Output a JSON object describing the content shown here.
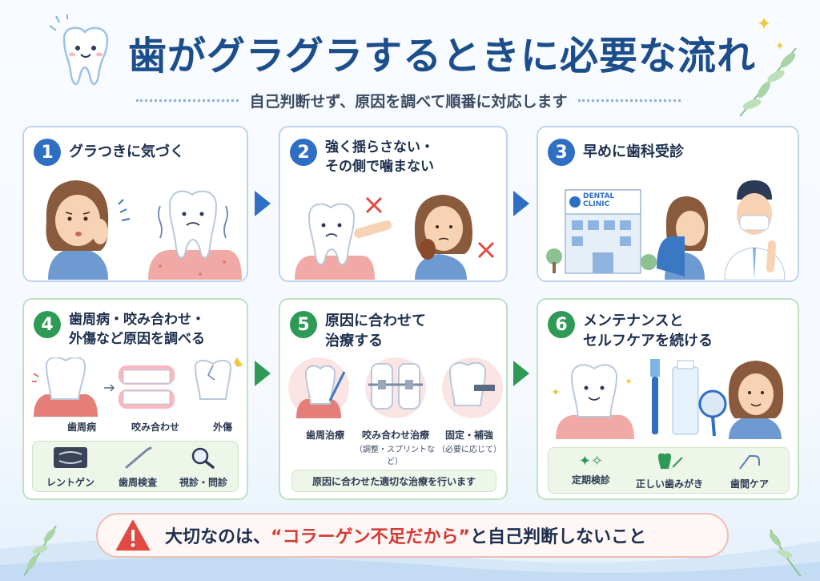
{
  "header": {
    "title": "歯がグラグラするときに必要な流れ",
    "subtitle": "自己判断せず、原因を調べて順番に対応します"
  },
  "steps": [
    {
      "num": "1",
      "title": "グラつきに気づく"
    },
    {
      "num": "2",
      "title": "強く揺らさない・\nその側で噛まない"
    },
    {
      "num": "3",
      "title": "早めに歯科受診",
      "clinic_sign": "DENTAL\nCLINIC"
    },
    {
      "num": "4",
      "title": "歯周病・咬み合わせ・\n外傷など原因を調べる",
      "causes": [
        "歯周病",
        "咬み合わせ",
        "外傷"
      ],
      "tools": [
        "レントゲン",
        "歯周検査",
        "視診・問診"
      ]
    },
    {
      "num": "5",
      "title": "原因に合わせて\n治療する",
      "treatments": [
        {
          "label": "歯周治療",
          "sub": ""
        },
        {
          "label": "咬み合わせ治療",
          "sub": "（調整・スプリントなど）"
        },
        {
          "label": "固定・補強",
          "sub": "（必要に応じて）"
        }
      ],
      "note": "原因に合わせた適切な治療を行います"
    },
    {
      "num": "6",
      "title": "メンテナンスと\nセルフケアを続ける",
      "cares": [
        "定期検診",
        "正しい歯みがき",
        "歯間ケア"
      ]
    }
  ],
  "warning": {
    "prefix": "大切なのは、",
    "emphasis": "“コラーゲン不足だから”",
    "suffix": "と自己判断しないこと"
  },
  "colors": {
    "blue": "#2e6fc4",
    "green": "#2f9a55",
    "red": "#d43a33",
    "title": "#1d4e8c"
  }
}
